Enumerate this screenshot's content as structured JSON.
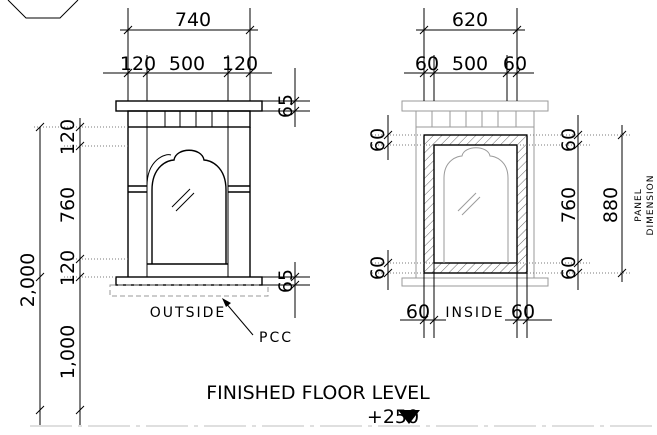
{
  "top_dims": {
    "outside_total": "740",
    "outside_segments": [
      "120",
      "500",
      "120"
    ],
    "inside_total": "620",
    "inside_segments": [
      "60",
      "500",
      "60"
    ]
  },
  "outside_view": {
    "right_dims": [
      "65",
      "65"
    ],
    "left_dims": [
      "120",
      "760",
      "120"
    ],
    "overall_height": "2,000",
    "sill_height": "1,000",
    "label": "OUTSIDE",
    "pcc_label": "PCC"
  },
  "inside_view": {
    "left_dims": [
      "60",
      "60"
    ],
    "right_dims": [
      "60",
      "760",
      "60"
    ],
    "panel_total": "880",
    "panel_label_line1": "PANEL",
    "panel_label_line2": "DIMENSION",
    "bottom_dims": [
      "60",
      "60"
    ],
    "label": "INSIDE"
  },
  "floor": {
    "label": "FINISHED FLOOR LEVEL",
    "level": "+250"
  }
}
